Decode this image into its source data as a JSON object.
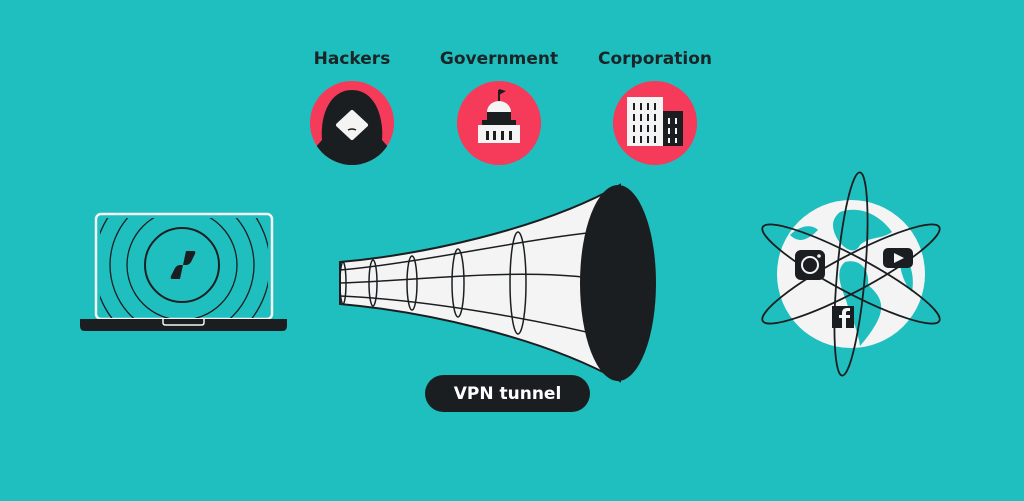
{
  "threats": [
    {
      "label": "Hackers",
      "icon": "hacker-icon"
    },
    {
      "label": "Government",
      "icon": "government-building-icon"
    },
    {
      "label": "Corporation",
      "icon": "office-building-icon"
    }
  ],
  "tunnel_label": "VPN tunnel",
  "colors": {
    "background": "#1fbfbf",
    "accent": "#f53a5a",
    "dark": "#1b1e20",
    "light": "#f4f4f4"
  }
}
